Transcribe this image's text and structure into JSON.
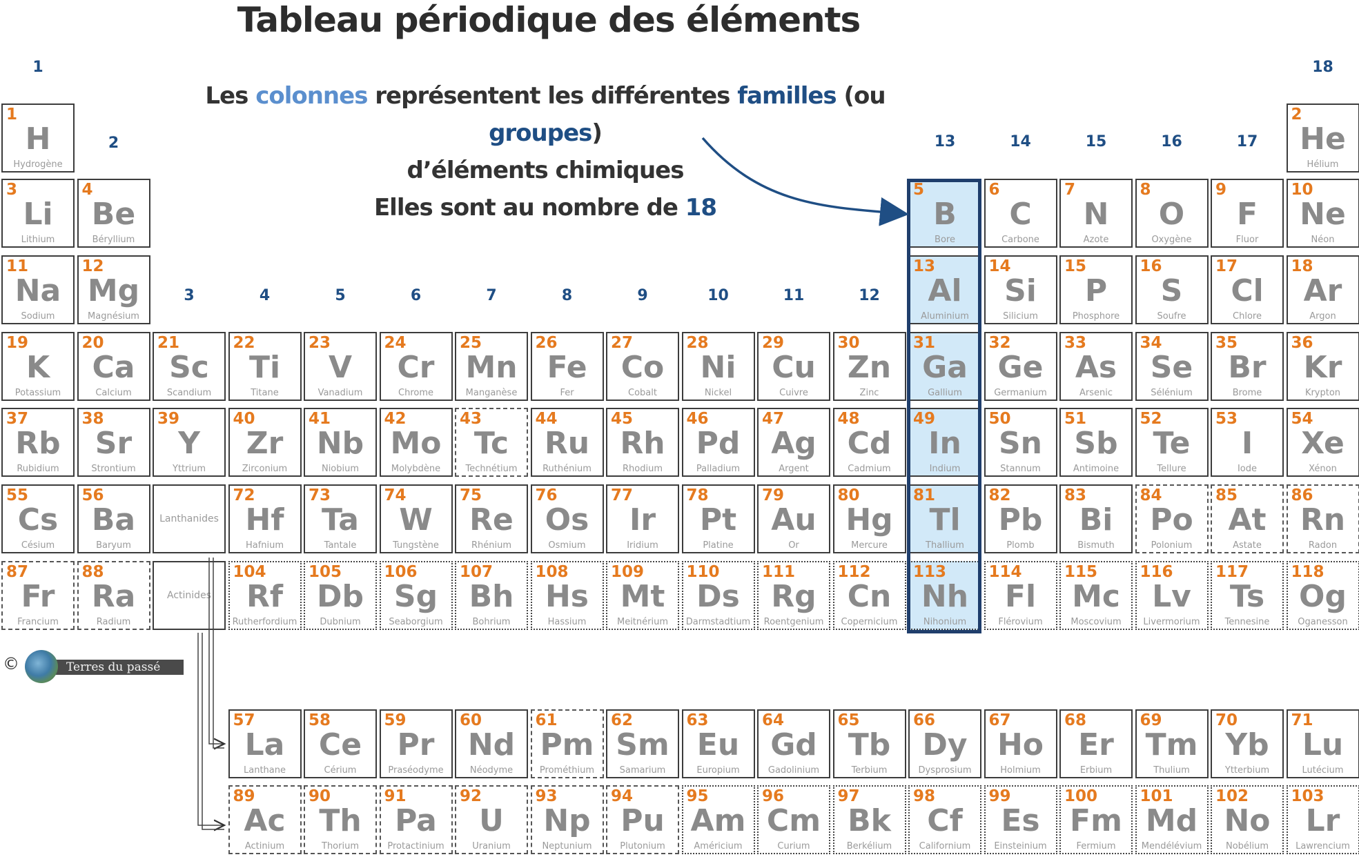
{
  "title": "Tableau périodique des éléments",
  "explanation": {
    "line1_a": "Les ",
    "line1_b": "colonnes",
    "line1_c": " représentent les  différentes ",
    "line1_d": "familles",
    "line1_e": " (ou ",
    "line1_f": "groupes",
    "line1_g": ")",
    "line2": "d’éléments chimiques",
    "line3_a": "Elles sont au nombre de ",
    "line3_b": "18"
  },
  "groups": [
    "1",
    "2",
    "3",
    "4",
    "5",
    "6",
    "7",
    "8",
    "9",
    "10",
    "11",
    "12",
    "13",
    "14",
    "15",
    "16",
    "17",
    "18"
  ],
  "highlighted_group": "13",
  "series_labels": {
    "lanthanides": "Lanthanides",
    "actinides": "Actinides"
  },
  "credit": {
    "symbol": "©",
    "text": "Terres du passé"
  },
  "colors": {
    "number": "#e57a1f",
    "symbol": "#8a8a8a",
    "group_label": "#1f4e84",
    "highlight_fill": "#d2e9f8",
    "highlight_border": "#1f3e6c"
  },
  "elements": [
    {
      "n": "1",
      "s": "H",
      "name": "Hydrogène",
      "col": 1,
      "row": 1,
      "b": "solid"
    },
    {
      "n": "2",
      "s": "He",
      "name": "Hélium",
      "col": 18,
      "row": 1,
      "b": "solid"
    },
    {
      "n": "3",
      "s": "Li",
      "name": "Lithium",
      "col": 1,
      "row": 2,
      "b": "solid"
    },
    {
      "n": "4",
      "s": "Be",
      "name": "Béryllium",
      "col": 2,
      "row": 2,
      "b": "solid"
    },
    {
      "n": "5",
      "s": "B",
      "name": "Bore",
      "col": 13,
      "row": 2,
      "b": "solid"
    },
    {
      "n": "6",
      "s": "C",
      "name": "Carbone",
      "col": 14,
      "row": 2,
      "b": "solid"
    },
    {
      "n": "7",
      "s": "N",
      "name": "Azote",
      "col": 15,
      "row": 2,
      "b": "solid"
    },
    {
      "n": "8",
      "s": "O",
      "name": "Oxygène",
      "col": 16,
      "row": 2,
      "b": "solid"
    },
    {
      "n": "9",
      "s": "F",
      "name": "Fluor",
      "col": 17,
      "row": 2,
      "b": "solid"
    },
    {
      "n": "10",
      "s": "Ne",
      "name": "Néon",
      "col": 18,
      "row": 2,
      "b": "solid"
    },
    {
      "n": "11",
      "s": "Na",
      "name": "Sodium",
      "col": 1,
      "row": 3,
      "b": "solid"
    },
    {
      "n": "12",
      "s": "Mg",
      "name": "Magnésium",
      "col": 2,
      "row": 3,
      "b": "solid"
    },
    {
      "n": "13",
      "s": "Al",
      "name": "Aluminium",
      "col": 13,
      "row": 3,
      "b": "solid"
    },
    {
      "n": "14",
      "s": "Si",
      "name": "Silicium",
      "col": 14,
      "row": 3,
      "b": "solid"
    },
    {
      "n": "15",
      "s": "P",
      "name": "Phosphore",
      "col": 15,
      "row": 3,
      "b": "solid"
    },
    {
      "n": "16",
      "s": "S",
      "name": "Soufre",
      "col": 16,
      "row": 3,
      "b": "solid"
    },
    {
      "n": "17",
      "s": "Cl",
      "name": "Chlore",
      "col": 17,
      "row": 3,
      "b": "solid"
    },
    {
      "n": "18",
      "s": "Ar",
      "name": "Argon",
      "col": 18,
      "row": 3,
      "b": "solid"
    },
    {
      "n": "19",
      "s": "K",
      "name": "Potassium",
      "col": 1,
      "row": 4,
      "b": "solid"
    },
    {
      "n": "20",
      "s": "Ca",
      "name": "Calcium",
      "col": 2,
      "row": 4,
      "b": "solid"
    },
    {
      "n": "21",
      "s": "Sc",
      "name": "Scandium",
      "col": 3,
      "row": 4,
      "b": "solid"
    },
    {
      "n": "22",
      "s": "Ti",
      "name": "Titane",
      "col": 4,
      "row": 4,
      "b": "solid"
    },
    {
      "n": "23",
      "s": "V",
      "name": "Vanadium",
      "col": 5,
      "row": 4,
      "b": "solid"
    },
    {
      "n": "24",
      "s": "Cr",
      "name": "Chrome",
      "col": 6,
      "row": 4,
      "b": "solid"
    },
    {
      "n": "25",
      "s": "Mn",
      "name": "Manganèse",
      "col": 7,
      "row": 4,
      "b": "solid"
    },
    {
      "n": "26",
      "s": "Fe",
      "name": "Fer",
      "col": 8,
      "row": 4,
      "b": "solid"
    },
    {
      "n": "27",
      "s": "Co",
      "name": "Cobalt",
      "col": 9,
      "row": 4,
      "b": "solid"
    },
    {
      "n": "28",
      "s": "Ni",
      "name": "Nickel",
      "col": 10,
      "row": 4,
      "b": "solid"
    },
    {
      "n": "29",
      "s": "Cu",
      "name": "Cuivre",
      "col": 11,
      "row": 4,
      "b": "solid"
    },
    {
      "n": "30",
      "s": "Zn",
      "name": "Zinc",
      "col": 12,
      "row": 4,
      "b": "solid"
    },
    {
      "n": "31",
      "s": "Ga",
      "name": "Gallium",
      "col": 13,
      "row": 4,
      "b": "solid"
    },
    {
      "n": "32",
      "s": "Ge",
      "name": "Germanium",
      "col": 14,
      "row": 4,
      "b": "solid"
    },
    {
      "n": "33",
      "s": "As",
      "name": "Arsenic",
      "col": 15,
      "row": 4,
      "b": "solid"
    },
    {
      "n": "34",
      "s": "Se",
      "name": "Sélénium",
      "col": 16,
      "row": 4,
      "b": "solid"
    },
    {
      "n": "35",
      "s": "Br",
      "name": "Brome",
      "col": 17,
      "row": 4,
      "b": "solid"
    },
    {
      "n": "36",
      "s": "Kr",
      "name": "Krypton",
      "col": 18,
      "row": 4,
      "b": "solid"
    },
    {
      "n": "37",
      "s": "Rb",
      "name": "Rubidium",
      "col": 1,
      "row": 5,
      "b": "solid"
    },
    {
      "n": "38",
      "s": "Sr",
      "name": "Strontium",
      "col": 2,
      "row": 5,
      "b": "solid"
    },
    {
      "n": "39",
      "s": "Y",
      "name": "Yttrium",
      "col": 3,
      "row": 5,
      "b": "solid"
    },
    {
      "n": "40",
      "s": "Zr",
      "name": "Zirconium",
      "col": 4,
      "row": 5,
      "b": "solid"
    },
    {
      "n": "41",
      "s": "Nb",
      "name": "Niobium",
      "col": 5,
      "row": 5,
      "b": "solid"
    },
    {
      "n": "42",
      "s": "Mo",
      "name": "Molybdène",
      "col": 6,
      "row": 5,
      "b": "solid"
    },
    {
      "n": "43",
      "s": "Tc",
      "name": "Technétium",
      "col": 7,
      "row": 5,
      "b": "dashed"
    },
    {
      "n": "44",
      "s": "Ru",
      "name": "Ruthénium",
      "col": 8,
      "row": 5,
      "b": "solid"
    },
    {
      "n": "45",
      "s": "Rh",
      "name": "Rhodium",
      "col": 9,
      "row": 5,
      "b": "solid"
    },
    {
      "n": "46",
      "s": "Pd",
      "name": "Palladium",
      "col": 10,
      "row": 5,
      "b": "solid"
    },
    {
      "n": "47",
      "s": "Ag",
      "name": "Argent",
      "col": 11,
      "row": 5,
      "b": "solid"
    },
    {
      "n": "48",
      "s": "Cd",
      "name": "Cadmium",
      "col": 12,
      "row": 5,
      "b": "solid"
    },
    {
      "n": "49",
      "s": "In",
      "name": "Indium",
      "col": 13,
      "row": 5,
      "b": "solid"
    },
    {
      "n": "50",
      "s": "Sn",
      "name": "Stannum",
      "col": 14,
      "row": 5,
      "b": "solid"
    },
    {
      "n": "51",
      "s": "Sb",
      "name": "Antimoine",
      "col": 15,
      "row": 5,
      "b": "solid"
    },
    {
      "n": "52",
      "s": "Te",
      "name": "Tellure",
      "col": 16,
      "row": 5,
      "b": "solid"
    },
    {
      "n": "53",
      "s": "I",
      "name": "Iode",
      "col": 17,
      "row": 5,
      "b": "solid"
    },
    {
      "n": "54",
      "s": "Xe",
      "name": "Xénon",
      "col": 18,
      "row": 5,
      "b": "solid"
    },
    {
      "n": "55",
      "s": "Cs",
      "name": "Césium",
      "col": 1,
      "row": 6,
      "b": "solid"
    },
    {
      "n": "56",
      "s": "Ba",
      "name": "Baryum",
      "col": 2,
      "row": 6,
      "b": "solid"
    },
    {
      "n": "72",
      "s": "Hf",
      "name": "Hafnium",
      "col": 4,
      "row": 6,
      "b": "solid"
    },
    {
      "n": "73",
      "s": "Ta",
      "name": "Tantale",
      "col": 5,
      "row": 6,
      "b": "solid"
    },
    {
      "n": "74",
      "s": "W",
      "name": "Tungstène",
      "col": 6,
      "row": 6,
      "b": "solid"
    },
    {
      "n": "75",
      "s": "Re",
      "name": "Rhénium",
      "col": 7,
      "row": 6,
      "b": "solid"
    },
    {
      "n": "76",
      "s": "Os",
      "name": "Osmium",
      "col": 8,
      "row": 6,
      "b": "solid"
    },
    {
      "n": "77",
      "s": "Ir",
      "name": "Iridium",
      "col": 9,
      "row": 6,
      "b": "solid"
    },
    {
      "n": "78",
      "s": "Pt",
      "name": "Platine",
      "col": 10,
      "row": 6,
      "b": "solid"
    },
    {
      "n": "79",
      "s": "Au",
      "name": "Or",
      "col": 11,
      "row": 6,
      "b": "solid"
    },
    {
      "n": "80",
      "s": "Hg",
      "name": "Mercure",
      "col": 12,
      "row": 6,
      "b": "solid"
    },
    {
      "n": "81",
      "s": "Tl",
      "name": "Thallium",
      "col": 13,
      "row": 6,
      "b": "solid"
    },
    {
      "n": "82",
      "s": "Pb",
      "name": "Plomb",
      "col": 14,
      "row": 6,
      "b": "solid"
    },
    {
      "n": "83",
      "s": "Bi",
      "name": "Bismuth",
      "col": 15,
      "row": 6,
      "b": "solid"
    },
    {
      "n": "84",
      "s": "Po",
      "name": "Polonium",
      "col": 16,
      "row": 6,
      "b": "dashed"
    },
    {
      "n": "85",
      "s": "At",
      "name": "Astate",
      "col": 17,
      "row": 6,
      "b": "dashed"
    },
    {
      "n": "86",
      "s": "Rn",
      "name": "Radon",
      "col": 18,
      "row": 6,
      "b": "dashed"
    },
    {
      "n": "87",
      "s": "Fr",
      "name": "Francium",
      "col": 1,
      "row": 7,
      "b": "dashed"
    },
    {
      "n": "88",
      "s": "Ra",
      "name": "Radium",
      "col": 2,
      "row": 7,
      "b": "dashed"
    },
    {
      "n": "104",
      "s": "Rf",
      "name": "Rutherfordium",
      "col": 4,
      "row": 7,
      "b": "dotted"
    },
    {
      "n": "105",
      "s": "Db",
      "name": "Dubnium",
      "col": 5,
      "row": 7,
      "b": "dotted"
    },
    {
      "n": "106",
      "s": "Sg",
      "name": "Seaborgium",
      "col": 6,
      "row": 7,
      "b": "dotted"
    },
    {
      "n": "107",
      "s": "Bh",
      "name": "Bohrium",
      "col": 7,
      "row": 7,
      "b": "dotted"
    },
    {
      "n": "108",
      "s": "Hs",
      "name": "Hassium",
      "col": 8,
      "row": 7,
      "b": "dotted"
    },
    {
      "n": "109",
      "s": "Mt",
      "name": "Meitnérium",
      "col": 9,
      "row": 7,
      "b": "dotted"
    },
    {
      "n": "110",
      "s": "Ds",
      "name": "Darmstadtium",
      "col": 10,
      "row": 7,
      "b": "dotted"
    },
    {
      "n": "111",
      "s": "Rg",
      "name": "Roentgenium",
      "col": 11,
      "row": 7,
      "b": "dotted"
    },
    {
      "n": "112",
      "s": "Cn",
      "name": "Copernicium",
      "col": 12,
      "row": 7,
      "b": "dotted"
    },
    {
      "n": "113",
      "s": "Nh",
      "name": "Nihonium",
      "col": 13,
      "row": 7,
      "b": "dotted"
    },
    {
      "n": "114",
      "s": "Fl",
      "name": "Flérovium",
      "col": 14,
      "row": 7,
      "b": "dotted"
    },
    {
      "n": "115",
      "s": "Mc",
      "name": "Moscovium",
      "col": 15,
      "row": 7,
      "b": "dotted"
    },
    {
      "n": "116",
      "s": "Lv",
      "name": "Livermorium",
      "col": 16,
      "row": 7,
      "b": "dotted"
    },
    {
      "n": "117",
      "s": "Ts",
      "name": "Tennesine",
      "col": 17,
      "row": 7,
      "b": "dotted"
    },
    {
      "n": "118",
      "s": "Og",
      "name": "Oganesson",
      "col": 18,
      "row": 7,
      "b": "dotted"
    },
    {
      "n": "57",
      "s": "La",
      "name": "Lanthane",
      "col": 4,
      "row": 9,
      "b": "solid"
    },
    {
      "n": "58",
      "s": "Ce",
      "name": "Cérium",
      "col": 5,
      "row": 9,
      "b": "solid"
    },
    {
      "n": "59",
      "s": "Pr",
      "name": "Praséodyme",
      "col": 6,
      "row": 9,
      "b": "solid"
    },
    {
      "n": "60",
      "s": "Nd",
      "name": "Néodyme",
      "col": 7,
      "row": 9,
      "b": "solid"
    },
    {
      "n": "61",
      "s": "Pm",
      "name": "Prométhium",
      "col": 8,
      "row": 9,
      "b": "dashed"
    },
    {
      "n": "62",
      "s": "Sm",
      "name": "Samarium",
      "col": 9,
      "row": 9,
      "b": "solid"
    },
    {
      "n": "63",
      "s": "Eu",
      "name": "Europium",
      "col": 10,
      "row": 9,
      "b": "solid"
    },
    {
      "n": "64",
      "s": "Gd",
      "name": "Gadolinium",
      "col": 11,
      "row": 9,
      "b": "solid"
    },
    {
      "n": "65",
      "s": "Tb",
      "name": "Terbium",
      "col": 12,
      "row": 9,
      "b": "solid"
    },
    {
      "n": "66",
      "s": "Dy",
      "name": "Dysprosium",
      "col": 13,
      "row": 9,
      "b": "solid"
    },
    {
      "n": "67",
      "s": "Ho",
      "name": "Holmium",
      "col": 14,
      "row": 9,
      "b": "solid"
    },
    {
      "n": "68",
      "s": "Er",
      "name": "Erbium",
      "col": 15,
      "row": 9,
      "b": "solid"
    },
    {
      "n": "69",
      "s": "Tm",
      "name": "Thulium",
      "col": 16,
      "row": 9,
      "b": "solid"
    },
    {
      "n": "70",
      "s": "Yb",
      "name": "Ytterbium",
      "col": 17,
      "row": 9,
      "b": "solid"
    },
    {
      "n": "71",
      "s": "Lu",
      "name": "Lutécium",
      "col": 18,
      "row": 9,
      "b": "solid"
    },
    {
      "n": "89",
      "s": "Ac",
      "name": "Actinium",
      "col": 4,
      "row": 10,
      "b": "dashed"
    },
    {
      "n": "90",
      "s": "Th",
      "name": "Thorium",
      "col": 5,
      "row": 10,
      "b": "dashed"
    },
    {
      "n": "91",
      "s": "Pa",
      "name": "Protactinium",
      "col": 6,
      "row": 10,
      "b": "dashed"
    },
    {
      "n": "92",
      "s": "U",
      "name": "Uranium",
      "col": 7,
      "row": 10,
      "b": "dashed"
    },
    {
      "n": "93",
      "s": "Np",
      "name": "Neptunium",
      "col": 8,
      "row": 10,
      "b": "dashed"
    },
    {
      "n": "94",
      "s": "Pu",
      "name": "Plutonium",
      "col": 9,
      "row": 10,
      "b": "dashed"
    },
    {
      "n": "95",
      "s": "Am",
      "name": "Américium",
      "col": 10,
      "row": 10,
      "b": "dotted"
    },
    {
      "n": "96",
      "s": "Cm",
      "name": "Curium",
      "col": 11,
      "row": 10,
      "b": "dotted"
    },
    {
      "n": "97",
      "s": "Bk",
      "name": "Berkélium",
      "col": 12,
      "row": 10,
      "b": "dotted"
    },
    {
      "n": "98",
      "s": "Cf",
      "name": "Californium",
      "col": 13,
      "row": 10,
      "b": "dotted"
    },
    {
      "n": "99",
      "s": "Es",
      "name": "Einsteinium",
      "col": 14,
      "row": 10,
      "b": "dotted"
    },
    {
      "n": "100",
      "s": "Fm",
      "name": "Fermium",
      "col": 15,
      "row": 10,
      "b": "dotted"
    },
    {
      "n": "101",
      "s": "Md",
      "name": "Mendélévium",
      "col": 16,
      "row": 10,
      "b": "dotted"
    },
    {
      "n": "102",
      "s": "No",
      "name": "Nobélium",
      "col": 17,
      "row": 10,
      "b": "dotted"
    },
    {
      "n": "103",
      "s": "Lr",
      "name": "Lawrencium",
      "col": 18,
      "row": 10,
      "b": "dotted"
    }
  ]
}
